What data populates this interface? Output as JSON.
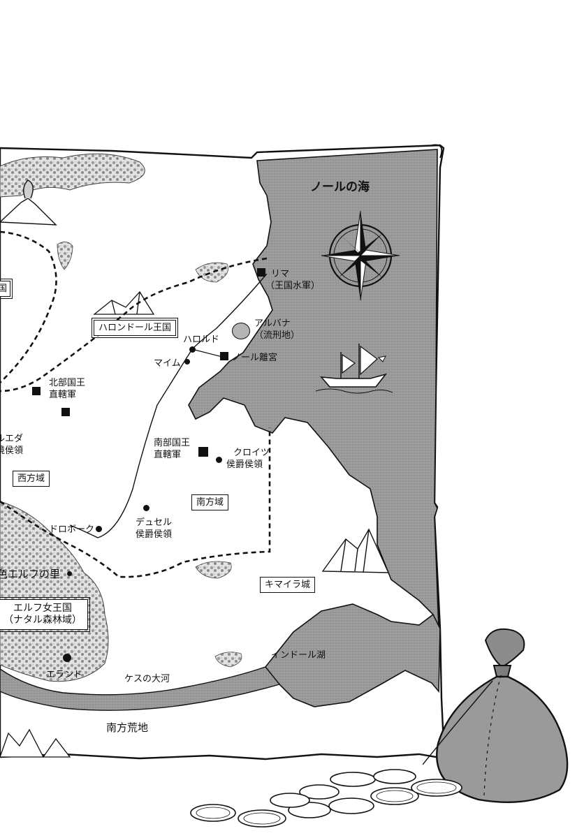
{
  "map": {
    "seas": {
      "north_sea": "ノールの海"
    },
    "regions": {
      "kingdom": "ハロンドール王国",
      "west": "西方域",
      "south": "南方域",
      "elf_kingdom_line1": "エルフ女王国",
      "elf_kingdom_line2": "（ナタル森林域）",
      "left_edge_box": "国",
      "southern_wasteland": "南方荒地"
    },
    "places": {
      "lima_line1": "リマ",
      "lima_line2": "（王国水軍）",
      "albana_line1": "アルバナ",
      "albana_line2": "（流刑地）",
      "harold": "ハロルド",
      "maim": "マイム",
      "noel_palace": "ノール離宮",
      "north_army_line1": "北部国王",
      "north_army_line2": "直轄軍",
      "reeda_line1": "ルエダ",
      "reeda_line2": "境侯領",
      "south_army_line1": "南部国王",
      "south_army_line2": "直轄軍",
      "kroitz_line1": "クロイツ",
      "kroitz_line2": "侯爵侯領",
      "dorobork": "ドロボーク",
      "dusel_line1": "デュセル",
      "dusel_line2": "侯爵侯領",
      "elf_village": "色エルフの里",
      "chimera_castle": "キマイラ城",
      "indor_lake": "インドール湖",
      "erand": "エランド",
      "kes_river": "ケスの大河"
    }
  }
}
